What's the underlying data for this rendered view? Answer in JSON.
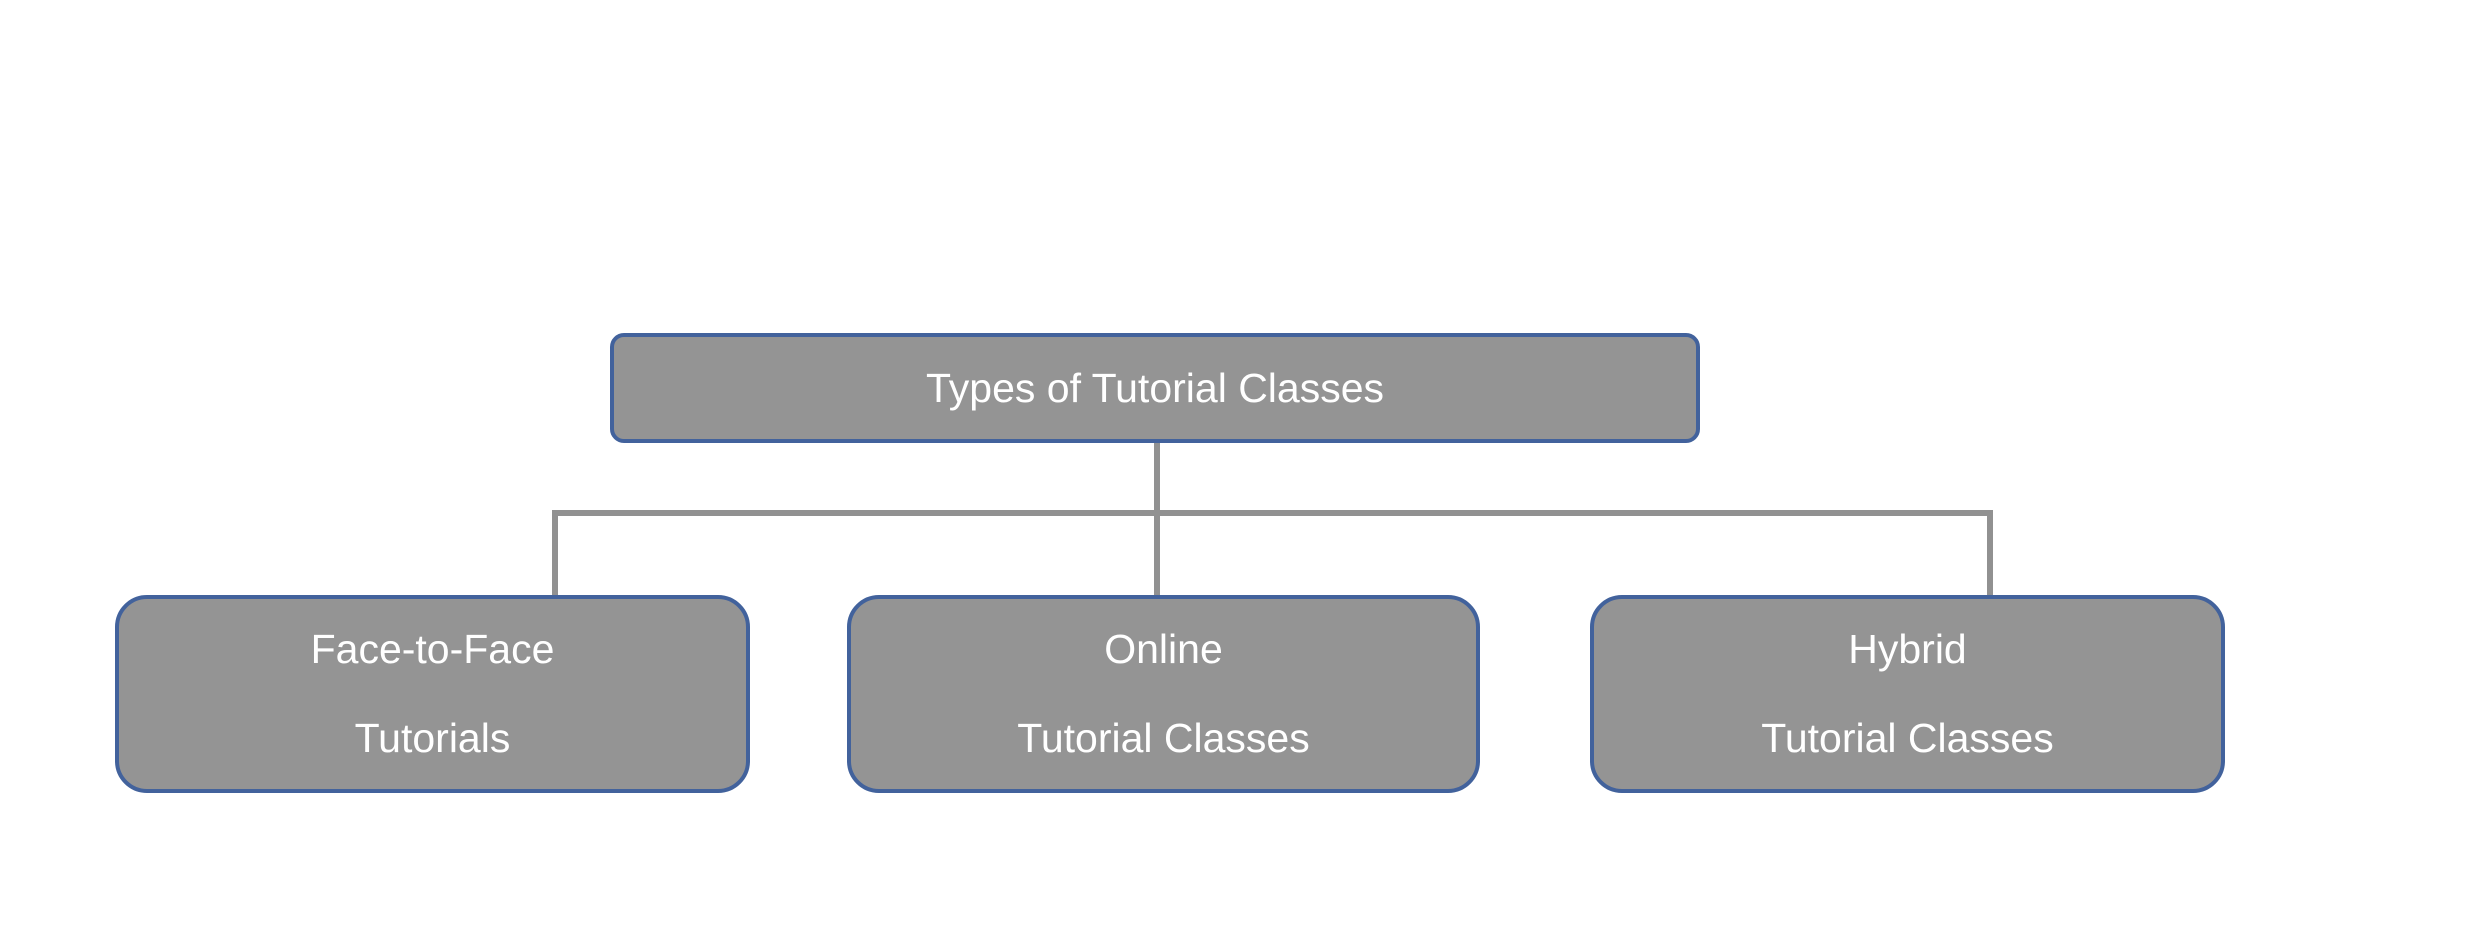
{
  "diagram": {
    "title": "Types of Tutorial Classes",
    "type": "hierarchy-tree",
    "background_color": "#FFFFFF",
    "node_fill_color": "#949494",
    "node_border_color": "#42629C",
    "node_text_color": "#FFFFFF",
    "connector_color": "#919191",
    "root": {
      "id": "root",
      "label": "Types of Tutorial Classes",
      "lines": [
        "Types of Tutorial Classes"
      ]
    },
    "children": [
      {
        "id": "face-to-face",
        "label": "Face-to-Face Tutorials",
        "lines": [
          "Face-to-Face",
          "Tutorials"
        ]
      },
      {
        "id": "online",
        "label": "Online Tutorial Classes",
        "lines": [
          "Online",
          "Tutorial Classes"
        ]
      },
      {
        "id": "hybrid",
        "label": "Hybrid Tutorial Classes",
        "lines": [
          "Hybrid",
          "Tutorial Classes"
        ]
      }
    ]
  }
}
